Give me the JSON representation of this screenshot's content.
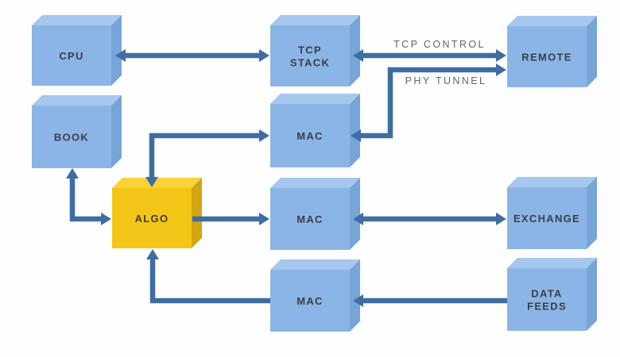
{
  "diagram": {
    "type": "block-diagram",
    "background": "#fefefe",
    "palette": {
      "box_blue_top": "#a6c7ee",
      "box_blue_front": "#8bb5e6",
      "box_blue_side": "#76a5d8",
      "box_yellow_top": "#fbd23a",
      "box_yellow_front": "#f2c517",
      "box_yellow_side": "#d3a512",
      "arrow": "#3e6da2",
      "box_label_text": "#3a3e45",
      "edge_label_text": "#63666a"
    },
    "nodes": [
      {
        "id": "cpu",
        "label": "CPU",
        "color": "blue"
      },
      {
        "id": "tcp-stack",
        "label": "TCP\nSTACK",
        "color": "blue"
      },
      {
        "id": "remote",
        "label": "REMOTE",
        "color": "blue"
      },
      {
        "id": "book",
        "label": "BOOK",
        "color": "blue"
      },
      {
        "id": "mac-phy",
        "label": "MAC",
        "color": "blue"
      },
      {
        "id": "algo",
        "label": "ALGO",
        "color": "yellow"
      },
      {
        "id": "mac-exchange",
        "label": "MAC",
        "color": "blue"
      },
      {
        "id": "exchange",
        "label": "EXCHANGE",
        "color": "blue"
      },
      {
        "id": "mac-feeds",
        "label": "MAC",
        "color": "blue"
      },
      {
        "id": "data-feeds",
        "label": "DATA\nFEEDS",
        "color": "blue"
      }
    ],
    "edges": [
      {
        "id": "cpu-tcp",
        "from": "cpu",
        "to": "tcp-stack",
        "arrows": "both",
        "label": ""
      },
      {
        "id": "tcp-remote",
        "from": "tcp-stack",
        "to": "remote",
        "arrows": "both",
        "label": "TCP CONTROL"
      },
      {
        "id": "remote-macphy",
        "from": "remote",
        "to": "mac-phy",
        "arrows": "both",
        "label": "PHY TUNNEL"
      },
      {
        "id": "algo-macphy",
        "from": "algo",
        "to": "mac-phy",
        "arrows": "both",
        "label": ""
      },
      {
        "id": "book-algo",
        "from": "book",
        "to": "algo",
        "arrows": "both",
        "label": ""
      },
      {
        "id": "algo-macexchange",
        "from": "algo",
        "to": "mac-exchange",
        "arrows": "forward",
        "label": ""
      },
      {
        "id": "macexchange-exchange",
        "from": "mac-exchange",
        "to": "exchange",
        "arrows": "both",
        "label": ""
      },
      {
        "id": "datafeeds-macfeeds",
        "from": "data-feeds",
        "to": "mac-feeds",
        "arrows": "forward",
        "label": ""
      },
      {
        "id": "macfeeds-algo",
        "from": "mac-feeds",
        "to": "algo",
        "arrows": "forward",
        "label": ""
      }
    ]
  }
}
